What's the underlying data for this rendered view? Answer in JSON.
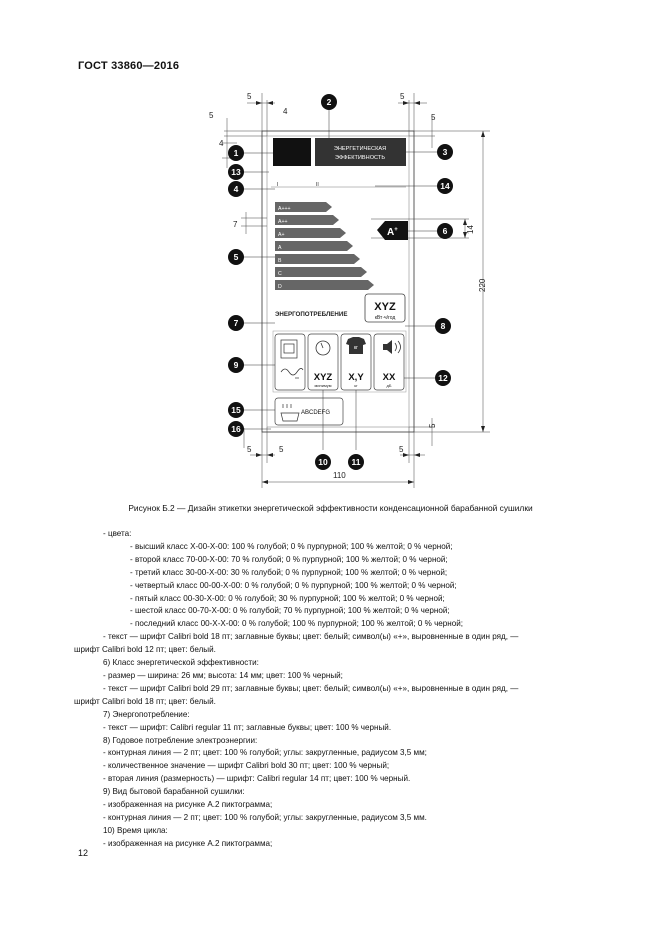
{
  "header": {
    "doc_id": "ГОСТ 33860—2016"
  },
  "figure": {
    "callouts": [
      "1",
      "2",
      "3",
      "13",
      "4",
      "14",
      "6",
      "5",
      "7",
      "8",
      "9",
      "12",
      "15",
      "16",
      "10",
      "11"
    ],
    "label": {
      "energy_title_line1": "ЭНЕРГЕТИЧЕСКАЯ",
      "energy_title_line2": "ЭФФЕКТИВНОСТЬ",
      "row_marks": {
        "first": "I",
        "second": "II"
      },
      "classes": [
        "A+++",
        "A++",
        "A+",
        "A",
        "B",
        "C",
        "D"
      ],
      "selected_class": "A",
      "selected_class_sup": "+",
      "consumption_label": "ЭНЕРГОПОТРЕБЛЕНИЕ",
      "consumption_value": "XYZ",
      "consumption_unit": "кВт·ч/год",
      "cycle_value": "XYZ",
      "cycle_unit": "минимум",
      "capacity_icon_text": "кг",
      "capacity_value": "X,Y",
      "capacity_unit": "кг",
      "noise_value": "XX",
      "noise_unit": "дБ",
      "condensation_letters": "ABCDEFG"
    },
    "dims": {
      "d5": "5",
      "d4": "4",
      "d7": "7",
      "d14": "14",
      "d220": "220",
      "d110": "110"
    }
  },
  "caption": "Рисунок Б.2 — Дизайн этикетки энергетической эффективности конденсационной барабанной сушилки",
  "lines": [
    {
      "indent": 1,
      "text": "- цвета:"
    },
    {
      "indent": 2,
      "text": "- высший класс X-00-X-00: 100 % голубой; 0 % пурпурной; 100 % желтой; 0 % черной;"
    },
    {
      "indent": 2,
      "text": "- второй класс 70-00-X-00: 70 % голубой; 0 % пурпурной; 100 % желтой; 0 % черной;"
    },
    {
      "indent": 2,
      "text": "- третий класс 30-00-X-00: 30 % голубой; 0 % пурпурной; 100 % желтой; 0 % черной;"
    },
    {
      "indent": 2,
      "text": "- четвертый класс 00-00-X-00: 0 % голубой; 0 % пурпурной; 100 % желтой; 0 % черной;"
    },
    {
      "indent": 2,
      "text": "- пятый класс 00-30-X-00: 0 % голубой; 30 % пурпурной; 100 % желтой; 0 % черной;"
    },
    {
      "indent": 2,
      "text": "- шестой класс 00-70-X-00: 0 % голубой; 70 % пурпурной; 100 % желтой; 0 % черной;"
    },
    {
      "indent": 2,
      "text": "- последний класс 00-X-X-00: 0 % голубой; 100 % пурпурной; 100 % желтой; 0 % черной;"
    },
    {
      "indent": 1,
      "text": "- текст — шрифт Calibri bold 18 пт; заглавные буквы; цвет: белый; символ(ы) «+», выровненные в один ряд, —"
    },
    {
      "indent": 0,
      "text": "шрифт Calibri bold 12 пт; цвет: белый."
    },
    {
      "indent": 1,
      "text": "6) Класс энергетической эффективности:"
    },
    {
      "indent": 1,
      "text": "- размер — ширина: 26 мм; высота: 14 мм; цвет: 100 % черный;"
    },
    {
      "indent": 1,
      "text": "- текст — шрифт Calibri bold 29 пт; заглавные буквы; цвет: белый; символ(ы) «+», выровненные в один ряд, —"
    },
    {
      "indent": 0,
      "text": "шрифт Calibri bold 18 пт; цвет: белый."
    },
    {
      "indent": 1,
      "text": "7) Энергопотребление:"
    },
    {
      "indent": 1,
      "text": "- текст — шрифт: Calibri regular 11 пт; заглавные буквы; цвет: 100 % черный."
    },
    {
      "indent": 1,
      "text": "8) Годовое потребление электроэнергии:"
    },
    {
      "indent": 1,
      "text": "- контурная линия — 2 пт; цвет: 100 % голубой; углы: закругленные, радиусом 3,5 мм;"
    },
    {
      "indent": 1,
      "text": "- количественное значение — шрифт Calibri bold 30 пт; цвет: 100 % черный;"
    },
    {
      "indent": 1,
      "text": "- вторая линия (размерность) — шрифт: Calibri regular 14 пт; цвет: 100 % черный."
    },
    {
      "indent": 1,
      "text": "9) Вид бытовой барабанной сушилки:"
    },
    {
      "indent": 1,
      "text": "- изображенная на рисунке А.2 пиктограмма;"
    },
    {
      "indent": 1,
      "text": "- контурная линия — 2 пт; цвет: 100 % голубой; углы: закругленные, радиусом 3,5 мм."
    },
    {
      "indent": 1,
      "text": "10) Время цикла:"
    },
    {
      "indent": 1,
      "text": "- изображенная на рисунке А.2 пиктограмма;"
    }
  ],
  "page_number": "12"
}
